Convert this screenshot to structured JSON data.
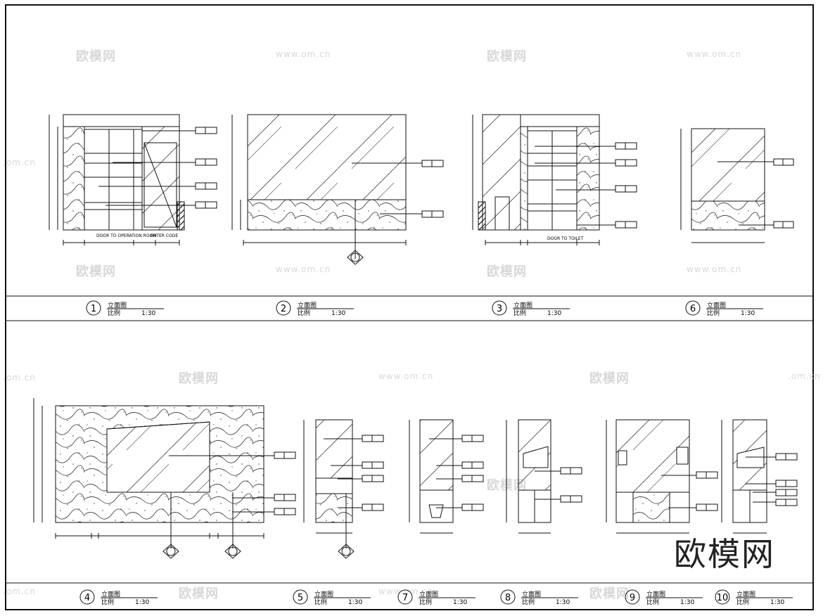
{
  "drawing": {
    "captions": {
      "title_cn": "立面图",
      "scale_label_cn": "比例",
      "scale_value": "1:30"
    },
    "views": [
      {
        "number": "1"
      },
      {
        "number": "2"
      },
      {
        "number": "3"
      },
      {
        "number": "6"
      },
      {
        "number": "4"
      },
      {
        "number": "5"
      },
      {
        "number": "7"
      },
      {
        "number": "8"
      },
      {
        "number": "9"
      },
      {
        "number": "10"
      }
    ],
    "notes": {
      "door_operation_room": "DOOR TO OPERATION ROOM",
      "enter_code": "ENTER CODE",
      "door_to_toilet": "DOOR TO TOILET"
    },
    "watermarks": {
      "logo_text": "欧模网",
      "url_text": "www.om.cn",
      "url_partial": ".om.cn"
    },
    "brand_text": "欧模网"
  }
}
